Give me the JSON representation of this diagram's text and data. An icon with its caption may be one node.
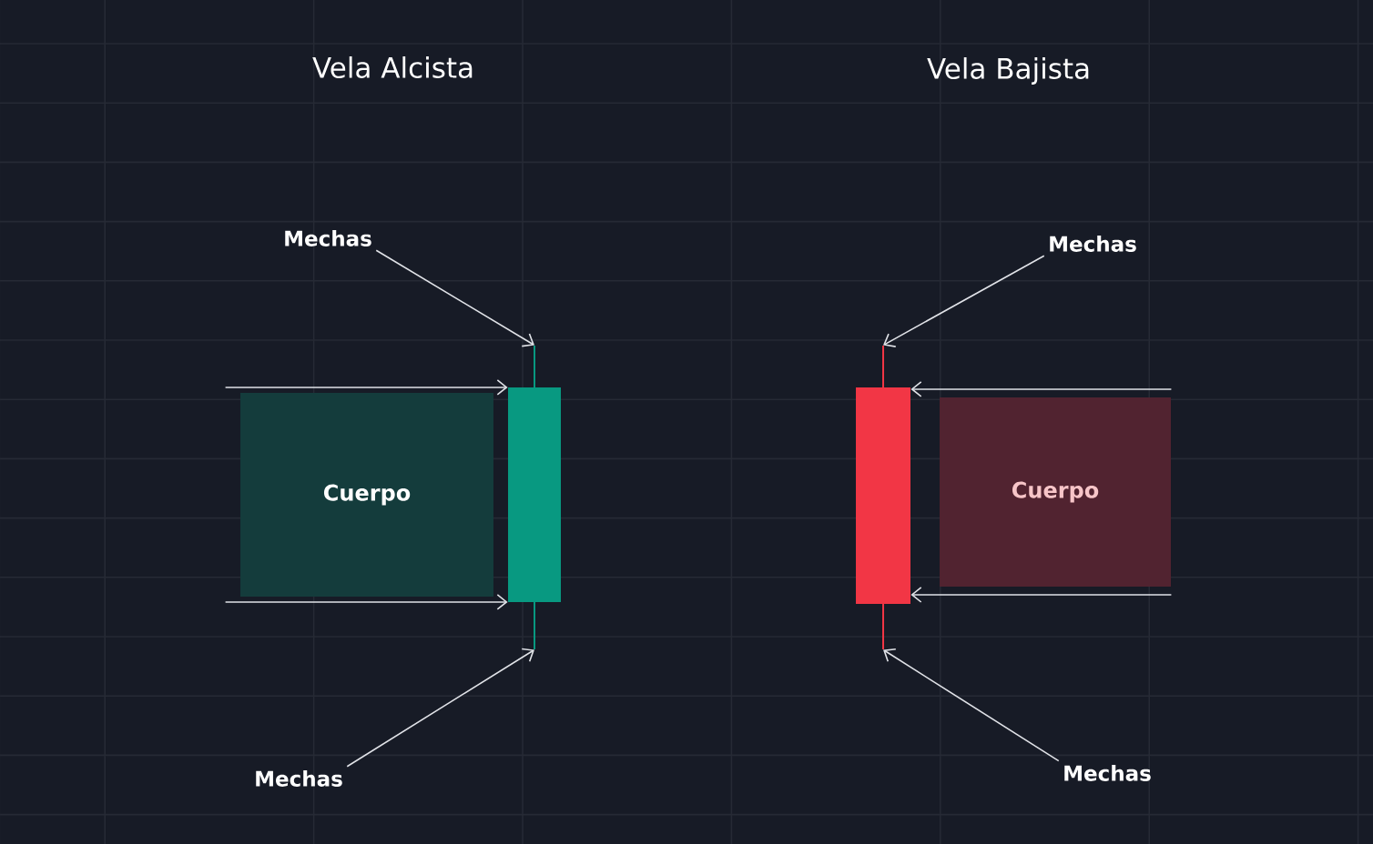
{
  "diagram": {
    "nodes": [
      {
        "text": [
          "Mechas"
        ]
      },
      {
        "text": [
          "Mechas"
        ]
      },
      {
        "text": [
          "Cuerpo"
        ]
      },
      {
        "text": [],
        "shape": "bar"
      },
      {
        "text": [],
        "shape": "bar"
      },
      {
        "text": [
          "Cuerpo"
        ]
      },
      {
        "text": [
          "Mechas"
        ]
      },
      {
        "text": [
          "Mechas"
        ]
      }
    ],
    "edges": [
      {
        "from": 0,
        "to": 3,
        "arrow": "to"
      },
      {
        "from": 1,
        "to": 4,
        "arrow": "to"
      },
      {
        "from": 2,
        "to": 3,
        "arrow": "to"
      },
      {
        "from": 2,
        "to": 3,
        "arrow": "to"
      },
      {
        "from": 5,
        "to": 4,
        "arrow": "to"
      },
      {
        "from": 5,
        "to": 4,
        "arrow": "to"
      },
      {
        "from": 6,
        "to": 3,
        "arrow": "to"
      },
      {
        "from": 7,
        "to": 4,
        "arrow": "to"
      }
    ],
    "labels": [
      "Vela Alcista",
      "Vela Bajista"
    ]
  }
}
